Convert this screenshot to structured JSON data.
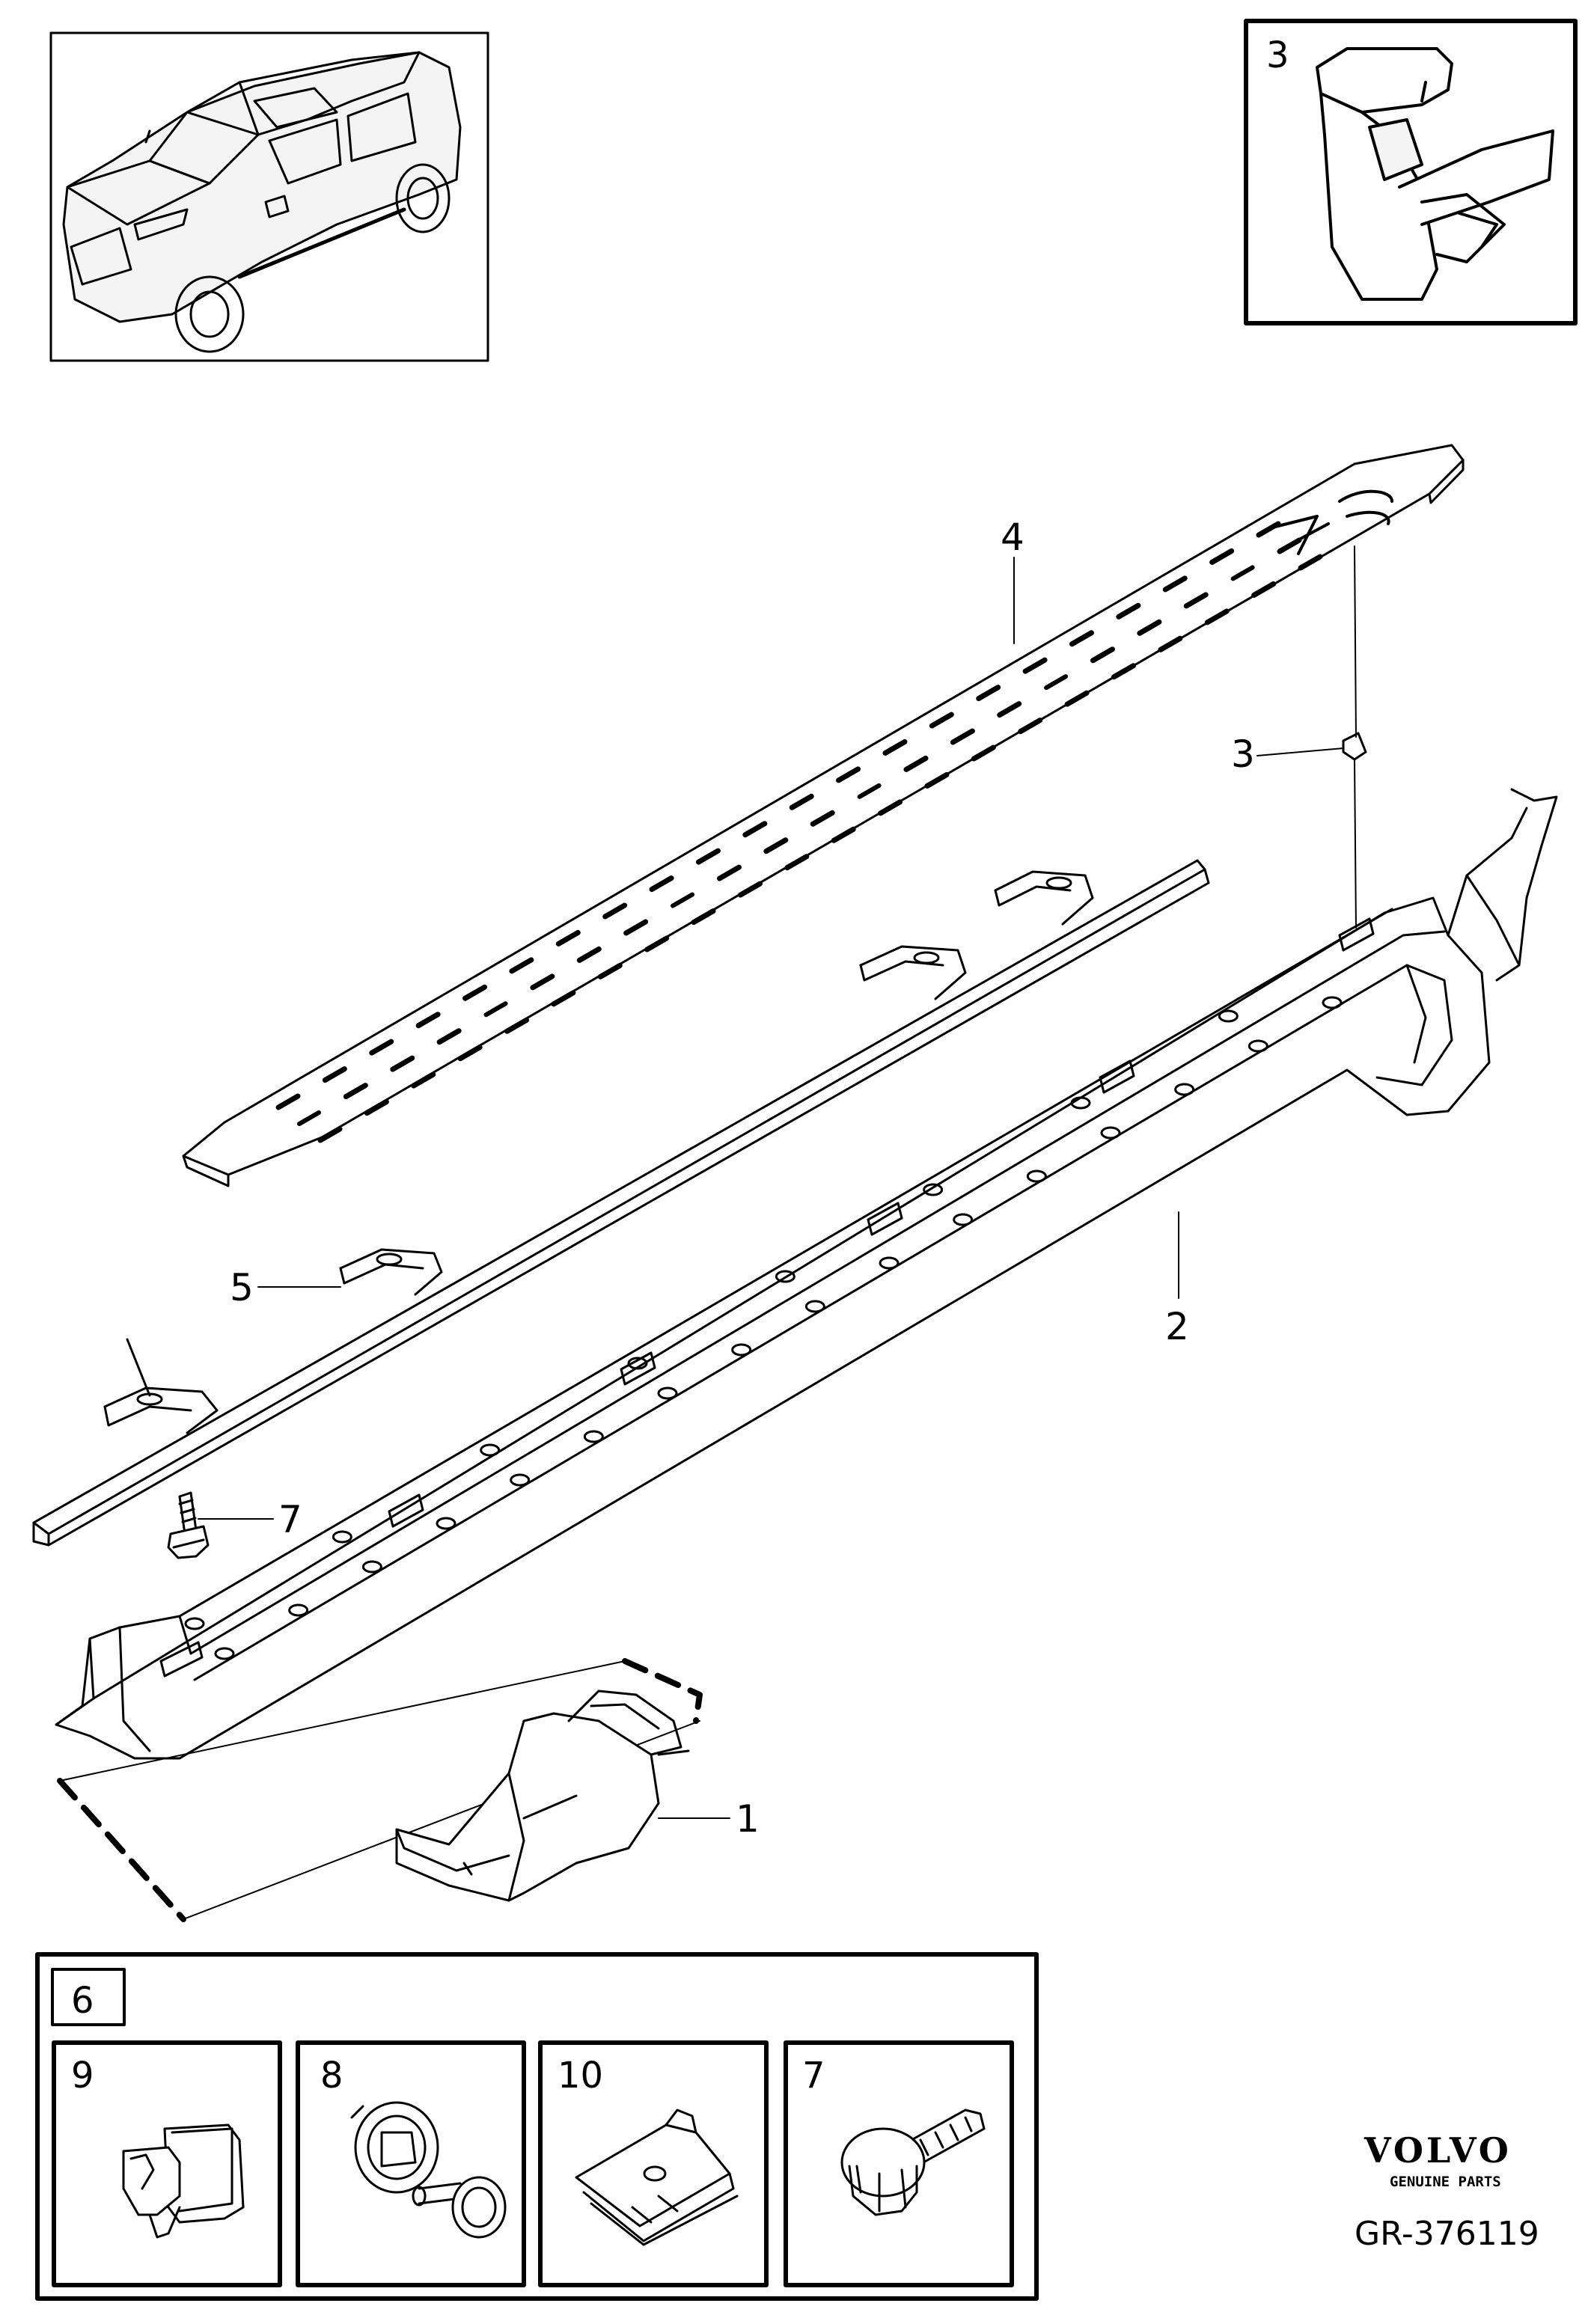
{
  "callouts": {
    "part_1": "1",
    "part_2": "2",
    "part_3": "3",
    "part_4": "4",
    "part_5": "5",
    "part_7": "7"
  },
  "inset_box": {
    "label": "3"
  },
  "kit_box": {
    "label": "6",
    "items": [
      {
        "label": "9"
      },
      {
        "label": "8"
      },
      {
        "label": "10"
      },
      {
        "label": "7"
      }
    ]
  },
  "brand": {
    "name": "VOLVO",
    "tagline": "GENUINE PARTS",
    "reference": "GR-376119"
  },
  "colors": {
    "line": "#000000",
    "background": "#ffffff",
    "shade": "#e6e6e6"
  },
  "icons": [
    "car-overview-icon",
    "clip-icon",
    "push-clip-icon",
    "rivet-icon",
    "spring-nut-icon",
    "flange-bolt-icon"
  ]
}
